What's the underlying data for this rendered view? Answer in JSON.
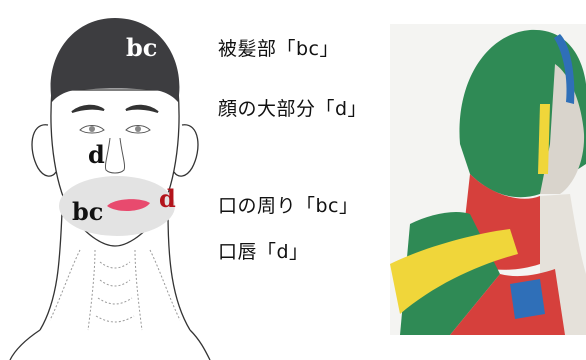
{
  "face": {
    "scalp_label": "bc",
    "face_label": "d",
    "mouth_surround_label": "bc",
    "lip_label": "d"
  },
  "labels": [
    {
      "text": "被髪部「bc」"
    },
    {
      "text": "顔の大部分「d」"
    },
    {
      "text": "口の周り「bc」"
    },
    {
      "text": "口唇「d」"
    }
  ],
  "colors": {
    "hair": "#3d3d40",
    "lip": "#e84a6e",
    "lip_label": "#b3141c",
    "mouth_area": "#e3e3e3",
    "outline": "#333333",
    "photo_red": "#d6403c",
    "photo_green": "#2f8a55",
    "photo_yellow": "#f0d63a",
    "photo_blue": "#2f6fb8"
  }
}
